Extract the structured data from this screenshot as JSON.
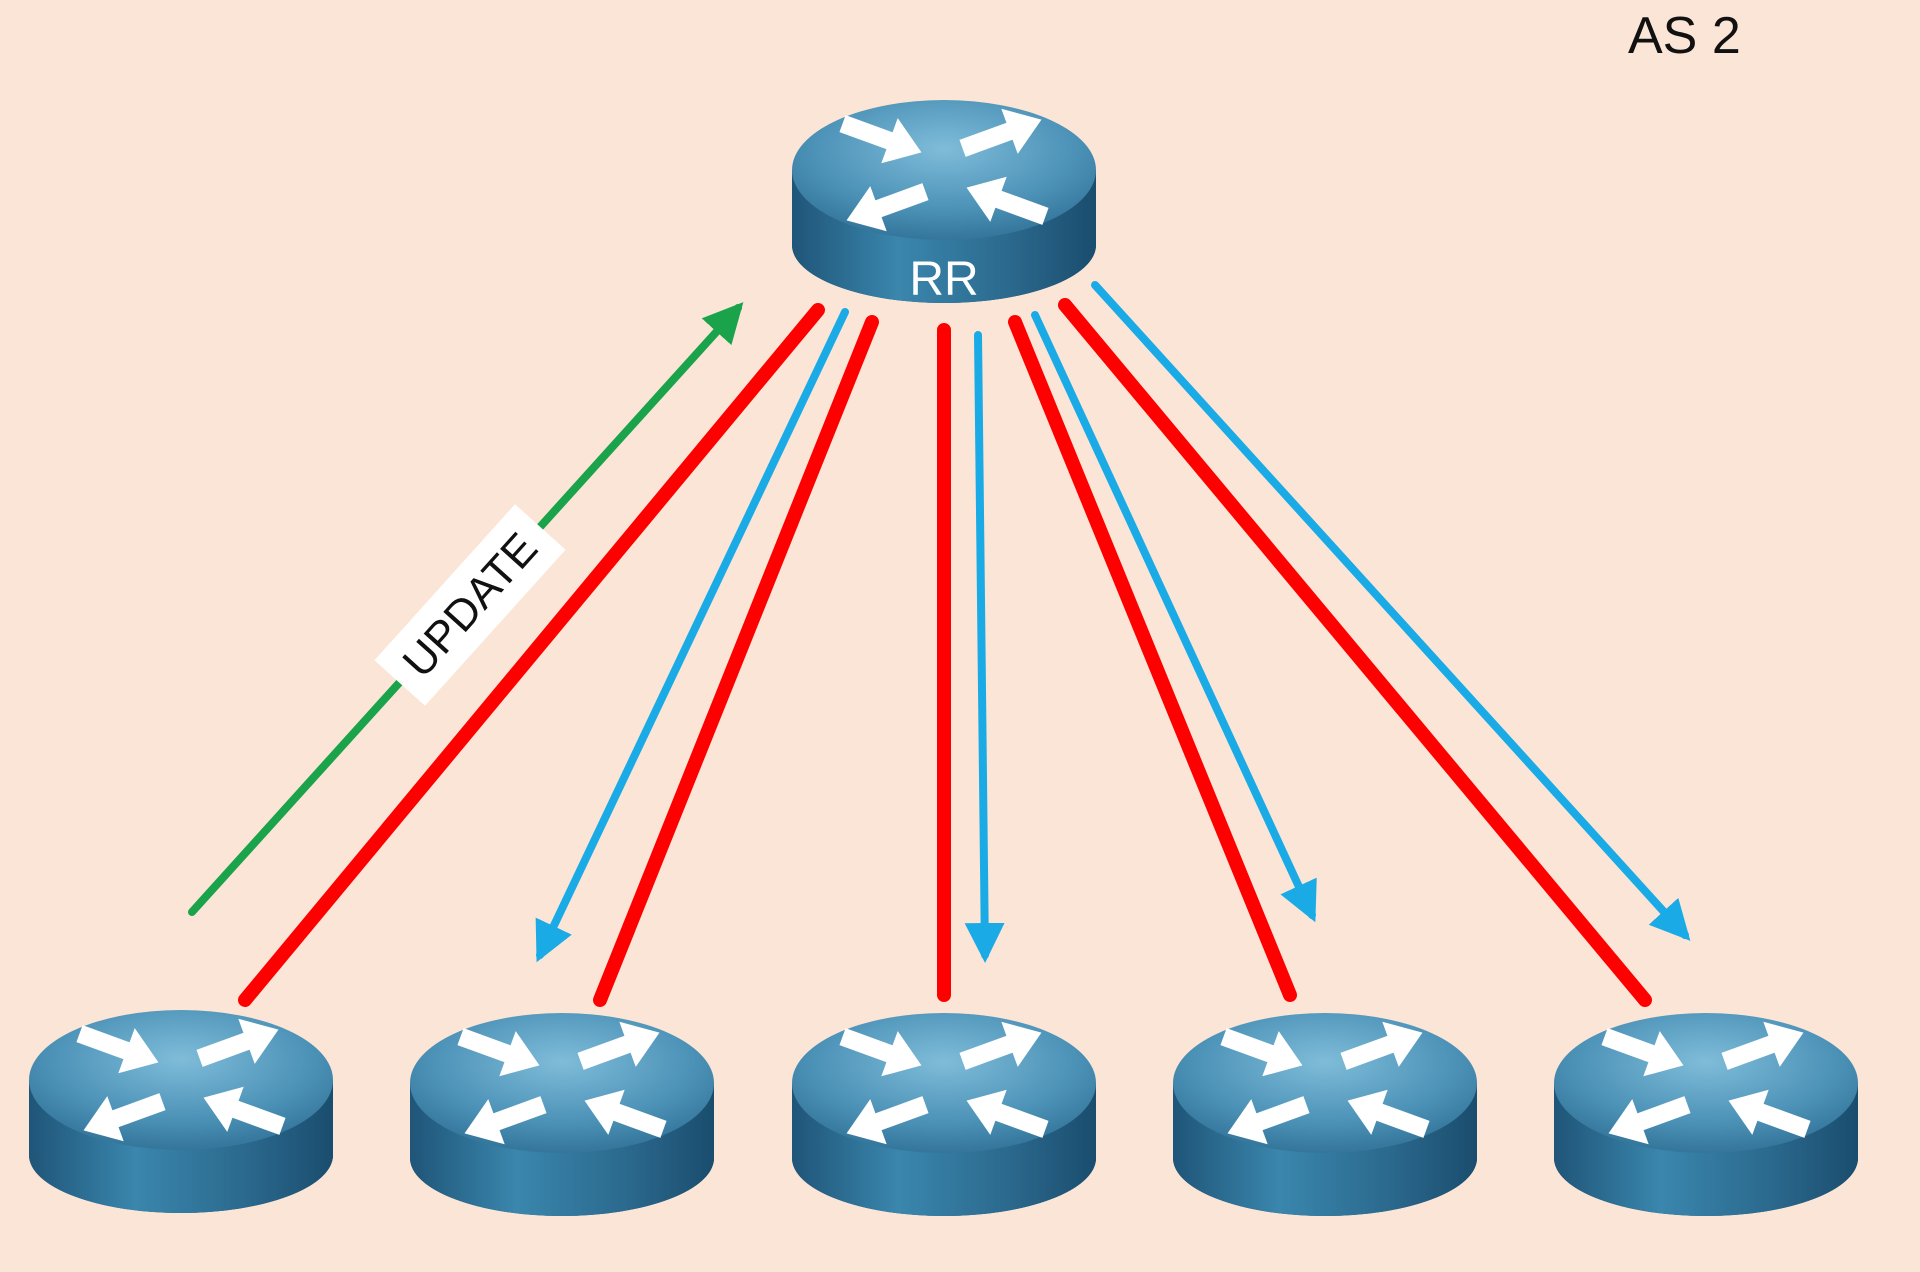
{
  "diagram": {
    "as_label": "AS 2",
    "reflector": {
      "label": "RR"
    },
    "clients_count": 5,
    "update_label": "UPDATE",
    "colors": {
      "background": "#fbe5d6",
      "session_line": "#ff0000",
      "update_arrow": "#1aa34a",
      "reflected_arrow": "#1aabe6",
      "router_body": "#2d6f93",
      "router_top": "#5b9ec0"
    },
    "icons": [
      "router-icon",
      "arrow-icon"
    ]
  }
}
